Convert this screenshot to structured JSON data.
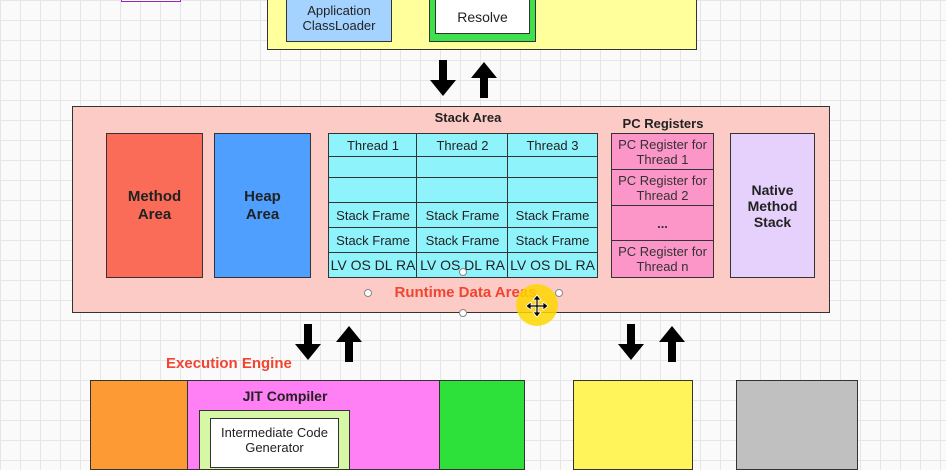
{
  "top": {
    "classloader_label": "Application ClassLoader",
    "resolve_label": "Resolve"
  },
  "runtime": {
    "title": "Runtime Data Areas",
    "method_area": "Method Area",
    "heap_area": "Heap Area",
    "stack_area": {
      "title": "Stack Area",
      "threads": [
        {
          "header": "Thread 1",
          "frame1": "Stack Frame",
          "frame2": "Stack Frame",
          "locals": "LV OS DL RA"
        },
        {
          "header": "Thread 2",
          "frame1": "Stack Frame",
          "frame2": "Stack Frame",
          "locals": "LV OS DL RA"
        },
        {
          "header": "Thread 3",
          "frame1": "Stack Frame",
          "frame2": "Stack Frame",
          "locals": "LV OS DL RA"
        }
      ]
    },
    "pc_registers": {
      "title": "PC Registers",
      "items": [
        "PC Register for Thread 1",
        "PC Register for Thread 2",
        "...",
        "PC Register for Thread n"
      ]
    },
    "native_stack": "Native Method Stack"
  },
  "execution": {
    "title": "Execution Engine",
    "jit_title": "JIT Compiler",
    "icg_label": "Intermediate Code Generator"
  },
  "colors": {
    "method": "#fa6b58",
    "heap": "#4f9fff",
    "stack_cell": "#8ff3fb",
    "pc": "#fc95c8",
    "native": "#e6d1fc",
    "runtime_bg": "#fdcbc6",
    "accent_text": "#f04530"
  }
}
